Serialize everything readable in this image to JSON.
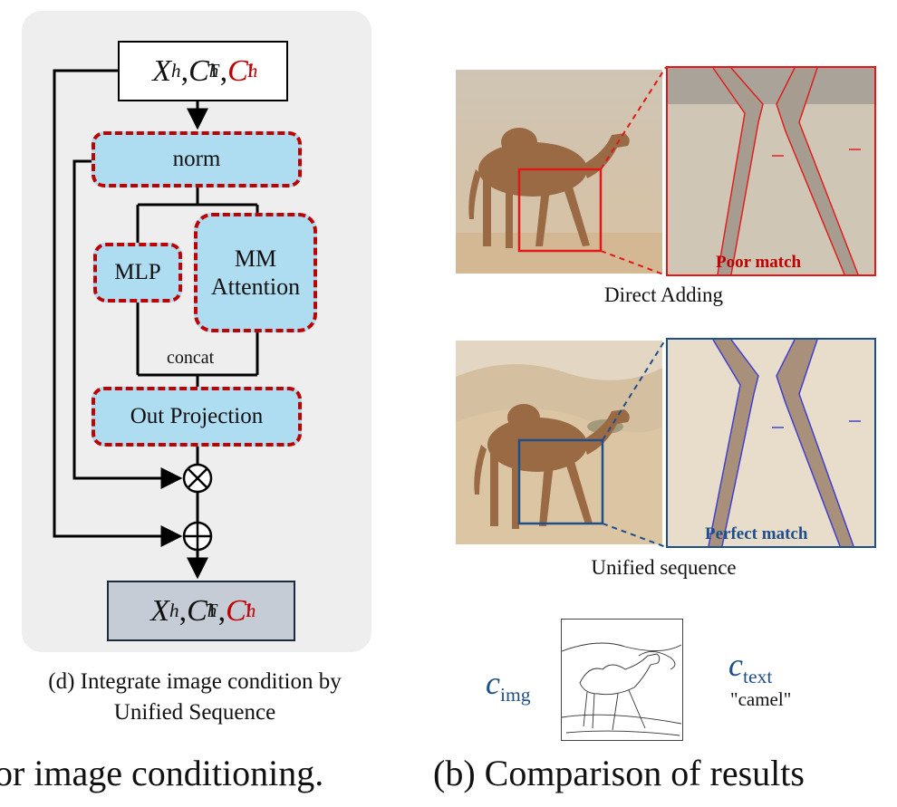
{
  "left_panel": {
    "input_box": {
      "x": "X",
      "x_sup": "h",
      "ct": "C",
      "ct_sup": "h",
      "ct_sub": "T",
      "ci": "C",
      "ci_sup": "h",
      "ci_sub": "I",
      "sep": ","
    },
    "output_box": {
      "x": "X",
      "x_sup": "h",
      "ct": "C",
      "ct_sup": "h",
      "ct_sub": "T",
      "ci": "C",
      "ci_sup": "h",
      "ci_sub": "I",
      "sep": ","
    },
    "norm_label": "norm",
    "mlp_label": "MLP",
    "mm_label_1": "MM",
    "mm_label_2": "Attention",
    "concat_label": "concat",
    "out_label": "Out Projection",
    "multiply_symbol": "⊗",
    "add_symbol": "⊕",
    "caption_line1": "(d) Integrate image condition by",
    "caption_line2": "Unified Sequence",
    "bottom_text": "or image conditioning.",
    "colors": {
      "panel_bg": "#eeeeee",
      "block_fill": "#aedcf0",
      "dash_red": "#c00000",
      "output_fill": "#c5ccd6"
    }
  },
  "right_panel": {
    "direct_caption": "Direct Adding",
    "unified_caption": "Unified sequence",
    "poor_label": "Poor match",
    "perfect_label": "Perfect match",
    "c_img_main": "c",
    "c_img_sub": "img",
    "c_text_main": "c",
    "c_text_sub": "text",
    "camel_word": "\"camel\"",
    "bottom_text": "(b) Comparison of results",
    "colors": {
      "red_frame": "#e01818",
      "blue_frame": "#1f4f8a",
      "sand": "#d8c4a8",
      "camel": "#9a6a45"
    }
  }
}
